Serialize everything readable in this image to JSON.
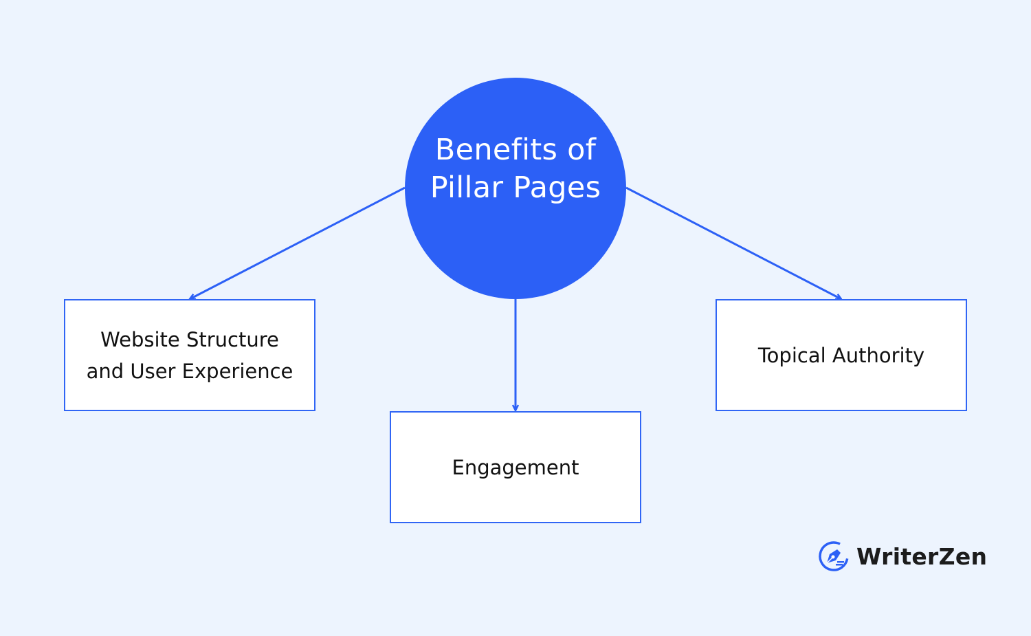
{
  "diagram": {
    "center": {
      "title": "Benefits of Pillar Pages"
    },
    "nodes": [
      {
        "id": "left",
        "label": "Website Structure and User Experience"
      },
      {
        "id": "mid",
        "label": "Engagement"
      },
      {
        "id": "right",
        "label": "Topical Authority"
      }
    ],
    "edges": [
      {
        "from": "center",
        "to": "left"
      },
      {
        "from": "center",
        "to": "mid"
      },
      {
        "from": "center",
        "to": "right"
      }
    ]
  },
  "colors": {
    "accent": "#2c60f6",
    "background": "#edf4fe",
    "box_border": "#3065f5",
    "text": "#111111"
  },
  "brand": {
    "name": "WriterZen",
    "icon": "pen-nib-icon"
  }
}
